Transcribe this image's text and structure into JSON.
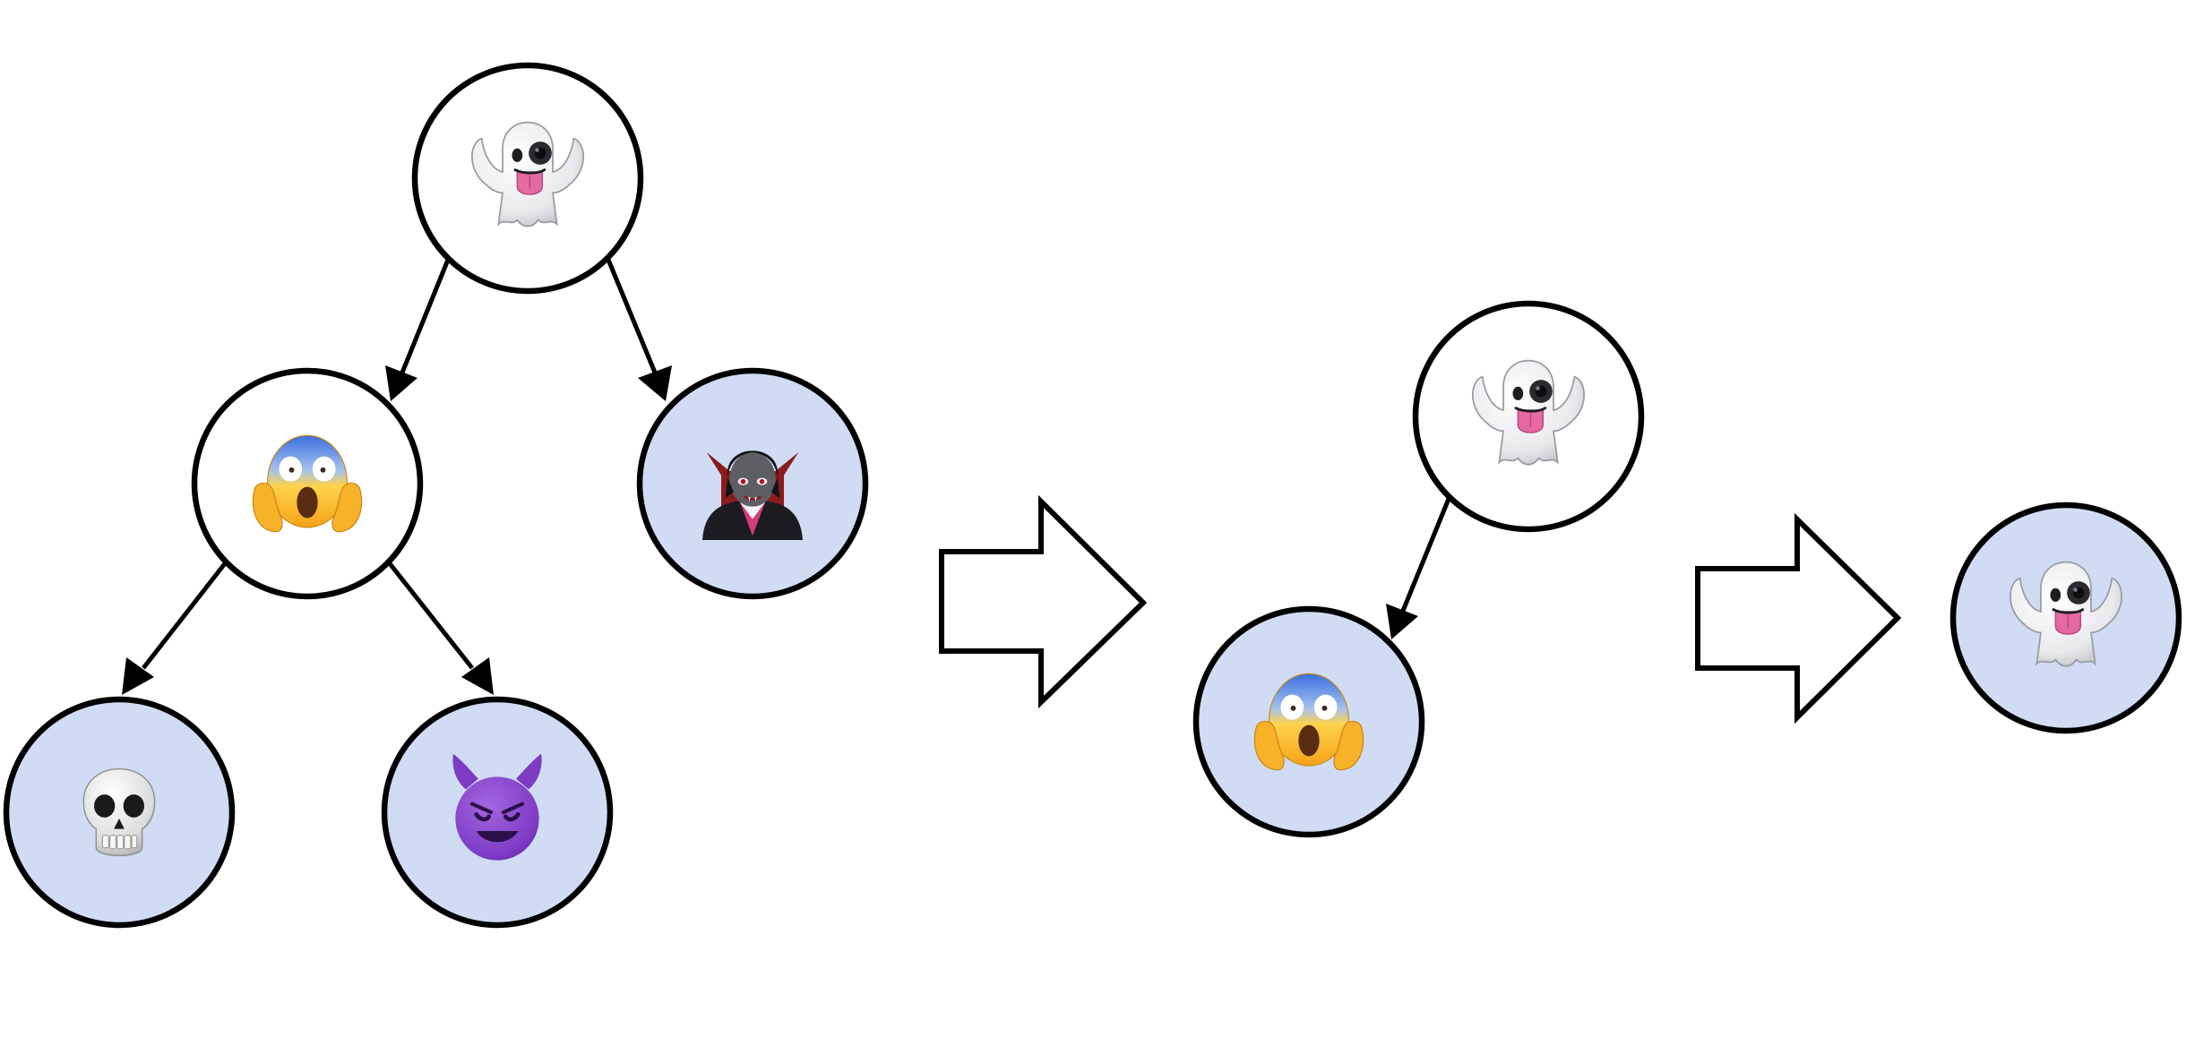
{
  "colors": {
    "leaf_fill": "#cfdcf4",
    "node_fill": "#ffffff",
    "stroke": "#000000"
  },
  "icons": {
    "ghost": "ghost-icon",
    "scream": "screaming-face-icon",
    "vampire": "vampire-icon",
    "skull": "skull-icon",
    "devil": "smiling-devil-icon"
  },
  "stages": [
    {
      "name": "tree",
      "nodes": [
        "ghost",
        "scream",
        "vampire",
        "skull",
        "devil"
      ]
    },
    {
      "name": "tree",
      "nodes": [
        "ghost",
        "scream"
      ]
    },
    {
      "name": "tree",
      "nodes": [
        "ghost"
      ]
    }
  ]
}
